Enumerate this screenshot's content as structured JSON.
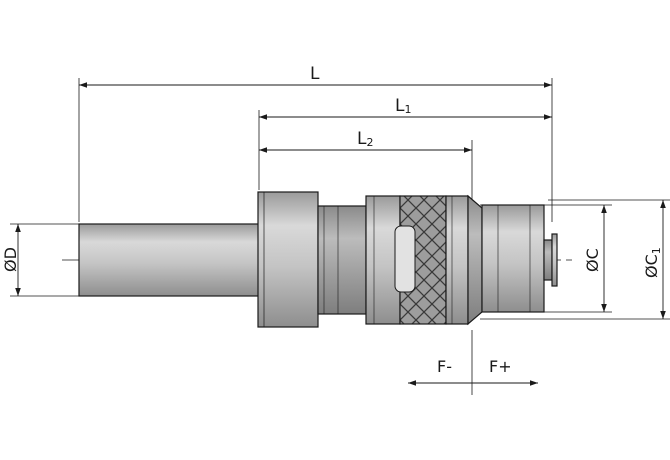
{
  "dimensions": {
    "length_total": "L",
    "length_1": {
      "base": "L",
      "sub": "1"
    },
    "length_2": {
      "base": "L",
      "sub": "2"
    },
    "diameter_shank": {
      "symbol": "Ø",
      "label": "D"
    },
    "diameter_c": {
      "symbol": "Ø",
      "label": "C"
    },
    "diameter_c1": {
      "symbol": "Ø",
      "label": "C",
      "sub": "1"
    }
  },
  "float": {
    "minus": "F-",
    "plus": "F+"
  },
  "colors": {
    "outline": "#1a1a1a",
    "body_gray": "#bdbdbd",
    "light_gray": "#d4d4d4",
    "dark_gray": "#8c8c8c",
    "knurl": "#7a7a7a"
  }
}
